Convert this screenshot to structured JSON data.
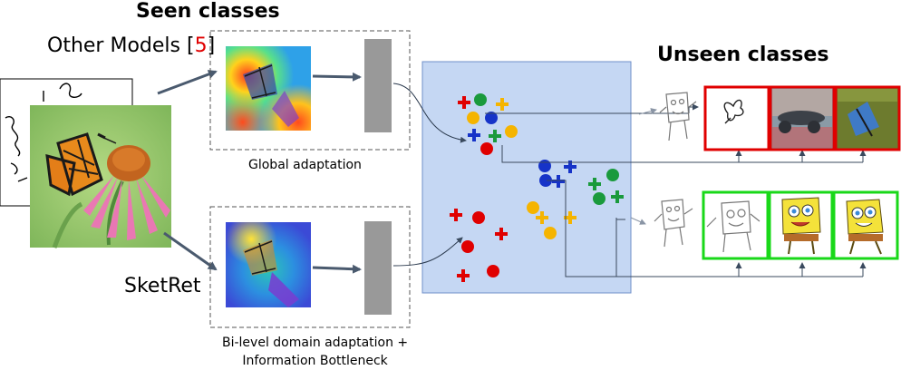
{
  "headings": {
    "seen": "Seen classes",
    "unseen": "Unseen classes"
  },
  "labels": {
    "other_models_prefix": "Other Models [",
    "other_models_ref": "5",
    "other_models_suffix": "]",
    "sketret": "SketRet",
    "global_caption": "Global adaptation",
    "bilevel_caption_line1": "Bi-level domain adaptation +",
    "bilevel_caption_line2": "Information Bottleneck"
  },
  "colors": {
    "embedding_bg": "#c5d7f3",
    "embedding_border": "#6f8fc9",
    "red_class": "#e00000",
    "green_class": "#1a9a3c",
    "blue_class": "#1633c8",
    "yellow_class": "#f5b400",
    "retrieval_wrong": "#e00000",
    "retrieval_correct": "#19d819",
    "arrow": "#4a5a6e",
    "encoder_block": "#999999"
  },
  "icons": [
    "sketch-stack-image",
    "butterfly-photo-image",
    "attention-heatmap-image",
    "encoder-block",
    "circle-marker-sketch",
    "cross-marker-photo",
    "spongebob-sketch-query",
    "butterfly-sketch-result",
    "cannon-photo-result",
    "blue-butterfly-photo-result",
    "spongebob-sketch-result",
    "spongebob-photo-result"
  ]
}
